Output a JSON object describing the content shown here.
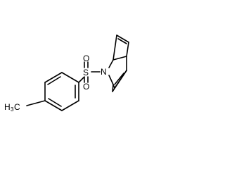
{
  "molecule": {
    "atoms": {
      "nitrogen": "N",
      "sulfur": "S",
      "oxygen_top": "O",
      "oxygen_bottom": "O",
      "methyl_carbon": "H",
      "methyl_sub": "3",
      "methyl_c": "C"
    },
    "colors": {
      "bond": "#000000",
      "text": "#000000",
      "background": "#ffffff"
    }
  }
}
